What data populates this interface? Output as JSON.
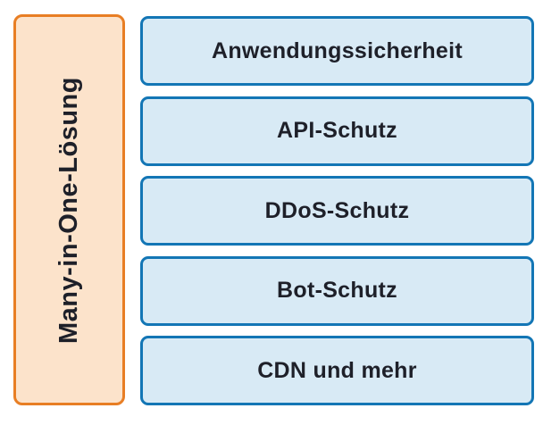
{
  "diagram": {
    "left_box": {
      "label": "Many-in-One-Lösung"
    },
    "right_boxes": [
      {
        "label": "Anwendungssicherheit"
      },
      {
        "label": "API-Schutz"
      },
      {
        "label": "DDoS-Schutz"
      },
      {
        "label": "Bot-Schutz"
      },
      {
        "label": "CDN und mehr"
      }
    ],
    "colors": {
      "orange_border": "#E87E24",
      "orange_fill": "#FCE3CB",
      "blue_border": "#1376B5",
      "blue_fill": "#D8EAF5",
      "text": "#1E2029",
      "background": "#FFFFFF"
    }
  }
}
